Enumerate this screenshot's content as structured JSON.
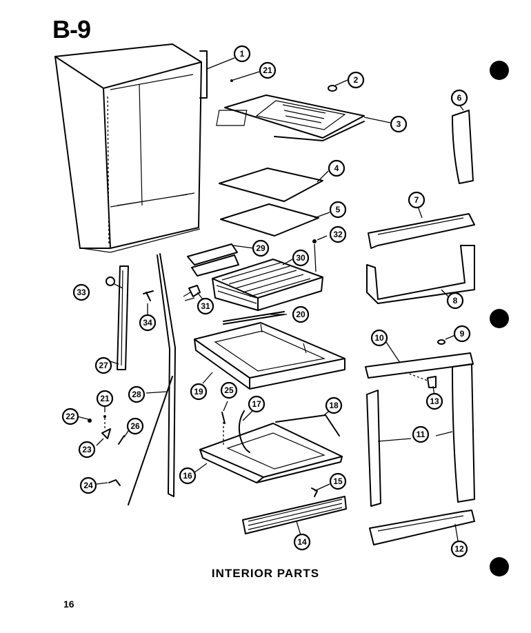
{
  "sheet_id": "B-9",
  "caption": "INTERIOR PARTS",
  "page_number": "16",
  "callouts": [
    "1",
    "21",
    "2",
    "3",
    "4",
    "5",
    "6",
    "7",
    "8",
    "9",
    "10",
    "11",
    "12",
    "13",
    "14",
    "15",
    "16",
    "17",
    "18",
    "19",
    "20",
    "21",
    "22",
    "23",
    "24",
    "25",
    "26",
    "27",
    "28",
    "29",
    "30",
    "31",
    "32",
    "33",
    "34",
    "20"
  ]
}
